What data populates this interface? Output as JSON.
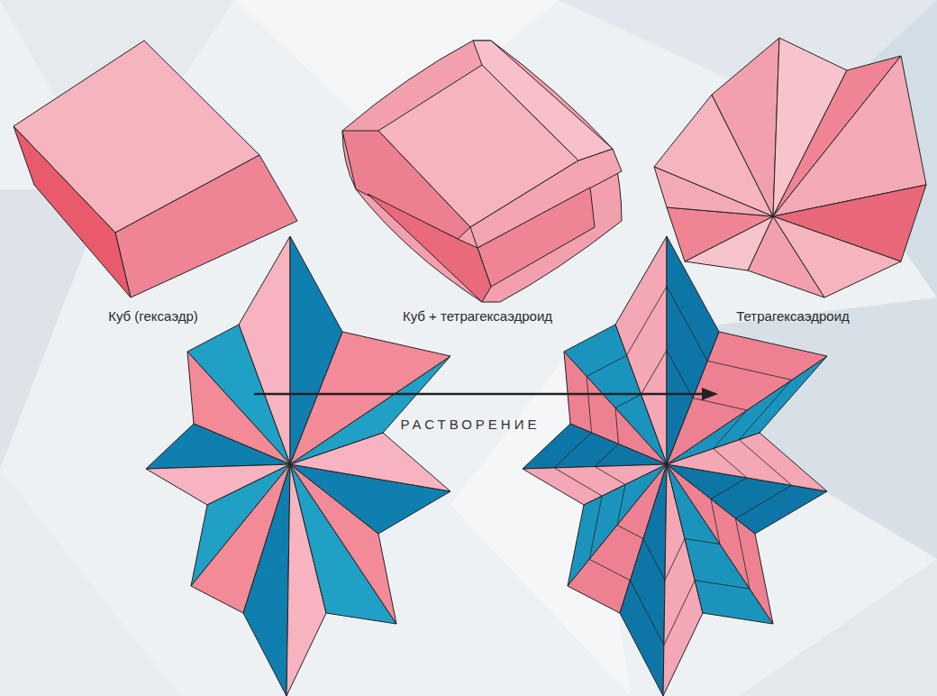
{
  "diagram": {
    "labels": [
      "Куб (гексаэдр)",
      "Куб + тетрагексаэдроид",
      "Тетрагексаэдроид",
      "РАСТВОРЕНИЕ"
    ]
  }
}
